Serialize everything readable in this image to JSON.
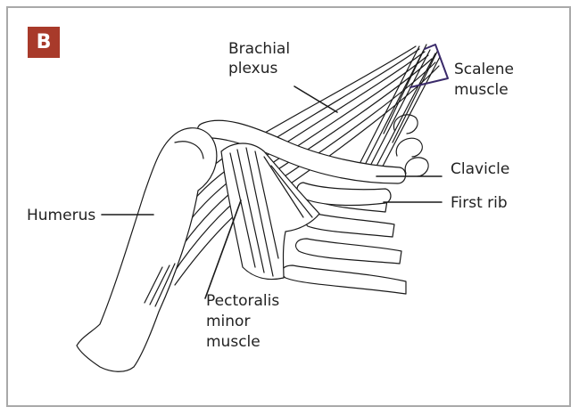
{
  "panel_letter": "B",
  "badge_color": "#a83a2a",
  "labels": {
    "brachial_1": "Brachial",
    "brachial_2": "plexus",
    "scalene_1": "Scalene",
    "scalene_2": "muscle",
    "clavicle": "Clavicle",
    "first_rib": "First rib",
    "humerus": "Humerus",
    "pectoralis_1": "Pectoralis",
    "pectoralis_2": "minor",
    "pectoralis_3": "muscle"
  },
  "colors": {
    "line": "#1a1a1a",
    "bracket": "#3a2a6a",
    "frame": "#a9a9a9"
  }
}
